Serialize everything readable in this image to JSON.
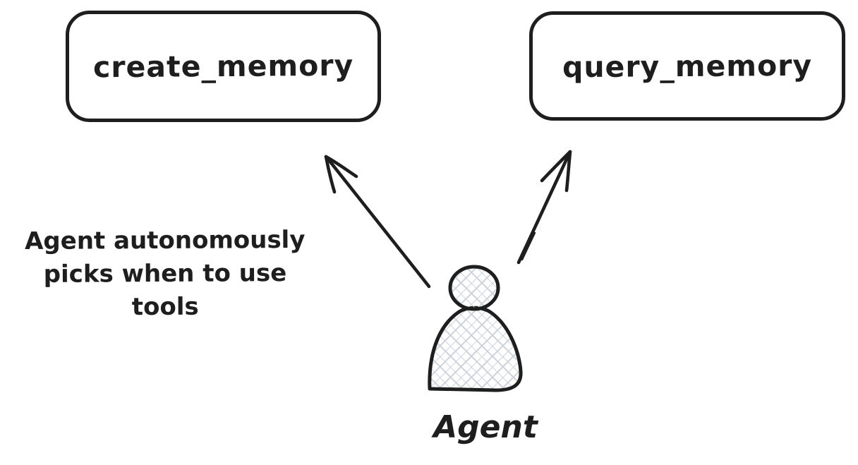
{
  "canvas": {
    "background": "#ffffff",
    "ink_color": "#1e1e1e",
    "hatch_fill_color": "#ccd3da"
  },
  "diagram": {
    "kind": "hand-drawn tool-use sketch",
    "nodes": [
      {
        "id": "create_memory",
        "label": "create_memory",
        "shape": "rounded-rectangle"
      },
      {
        "id": "query_memory",
        "label": "query_memory",
        "shape": "rounded-rectangle"
      }
    ],
    "actor": {
      "label": "Agent",
      "icon": "person-figure-crosshatched"
    },
    "edges": [
      {
        "from": "agent",
        "to": "create_memory",
        "style": "sketch-arrow"
      },
      {
        "from": "agent",
        "to": "query_memory",
        "style": "sketch-arrow"
      }
    ],
    "annotation": {
      "text": "Agent autonomously picks when to use tools",
      "lines": [
        "Agent autonomously",
        "picks when to use",
        "tools"
      ]
    }
  }
}
